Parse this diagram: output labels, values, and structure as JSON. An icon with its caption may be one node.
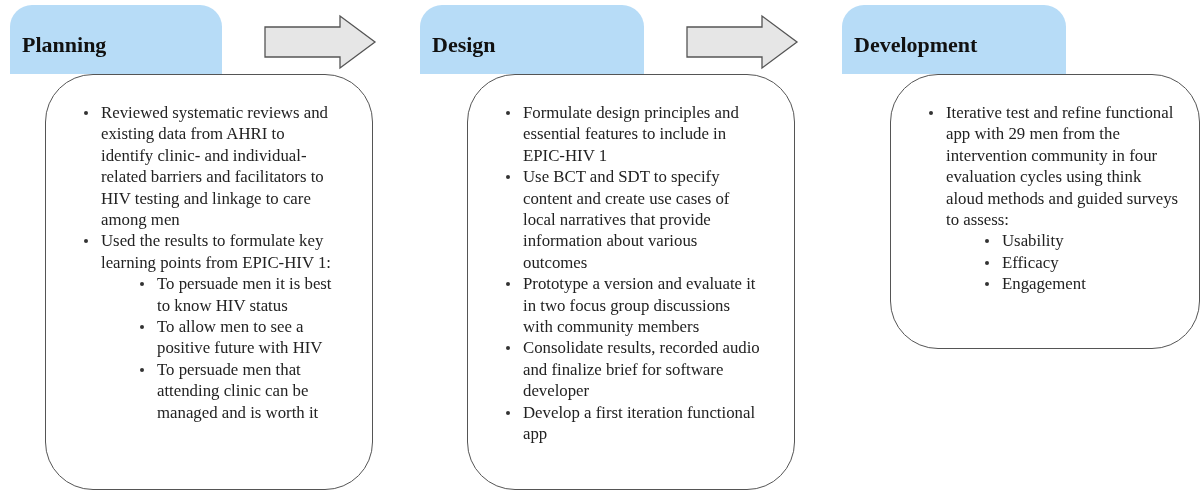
{
  "diagram": {
    "nodes": [
      {
        "text": [
          "Planning"
        ]
      },
      {
        "text": [
          "Reviewed systematic reviews and existing data from AHRI to identify clinic- and individual-related barriers and facilitators to HIV testing and linkage to care among men",
          "Used the results to formulate key learning points from EPIC-HIV 1:",
          "To persuade men it is best to know HIV status",
          "To allow men to see a positive future with HIV",
          "To persuade men that attending clinic can be managed and is worth it"
        ]
      },
      {
        "text": [
          "Design"
        ]
      },
      {
        "text": [
          "Formulate design principles and essential features to include in EPIC-HIV 1",
          "Use BCT and SDT to specify content and create use cases of local narratives that provide information about various outcomes",
          "Prototype a version and evaluate it in two focus group discussions with community members",
          "Consolidate results, recorded audio and finalize brief for software developer",
          "Develop a first iteration functional app"
        ]
      },
      {
        "text": [
          "Development"
        ]
      },
      {
        "text": [
          "Iterative test and refine functional app with 29 men from the intervention community in four evaluation cycles using think aloud methods and guided surveys to assess:",
          "Usability",
          "Efficacy",
          "Engagement"
        ]
      }
    ],
    "edges": [
      {
        "from": 0,
        "to": 2,
        "arrow": "to"
      },
      {
        "from": 2,
        "to": 4,
        "arrow": "to"
      }
    ]
  }
}
